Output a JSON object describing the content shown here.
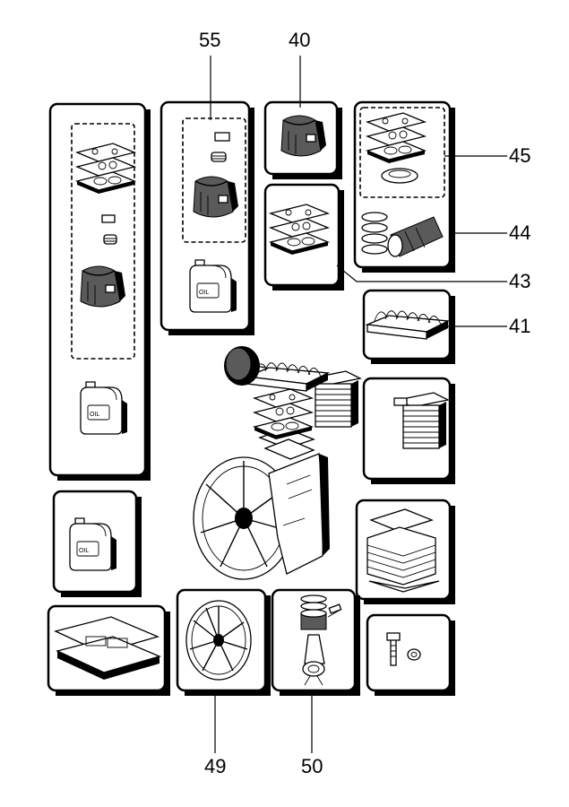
{
  "callouts": {
    "c55": "55",
    "c40": "40",
    "c45": "45",
    "c44": "44",
    "c43": "43",
    "c41": "41",
    "c49": "49",
    "c50": "50"
  },
  "oil_label": "OIL",
  "icons": {
    "oil-bottle": "oil-bottle-icon",
    "air-filter": "air-filter-icon",
    "gasket": "gasket-icon",
    "flywheel": "flywheel-icon",
    "piston": "piston-icon",
    "bolt": "bolt-icon",
    "compressor-pump": "compressor-pump-icon"
  }
}
